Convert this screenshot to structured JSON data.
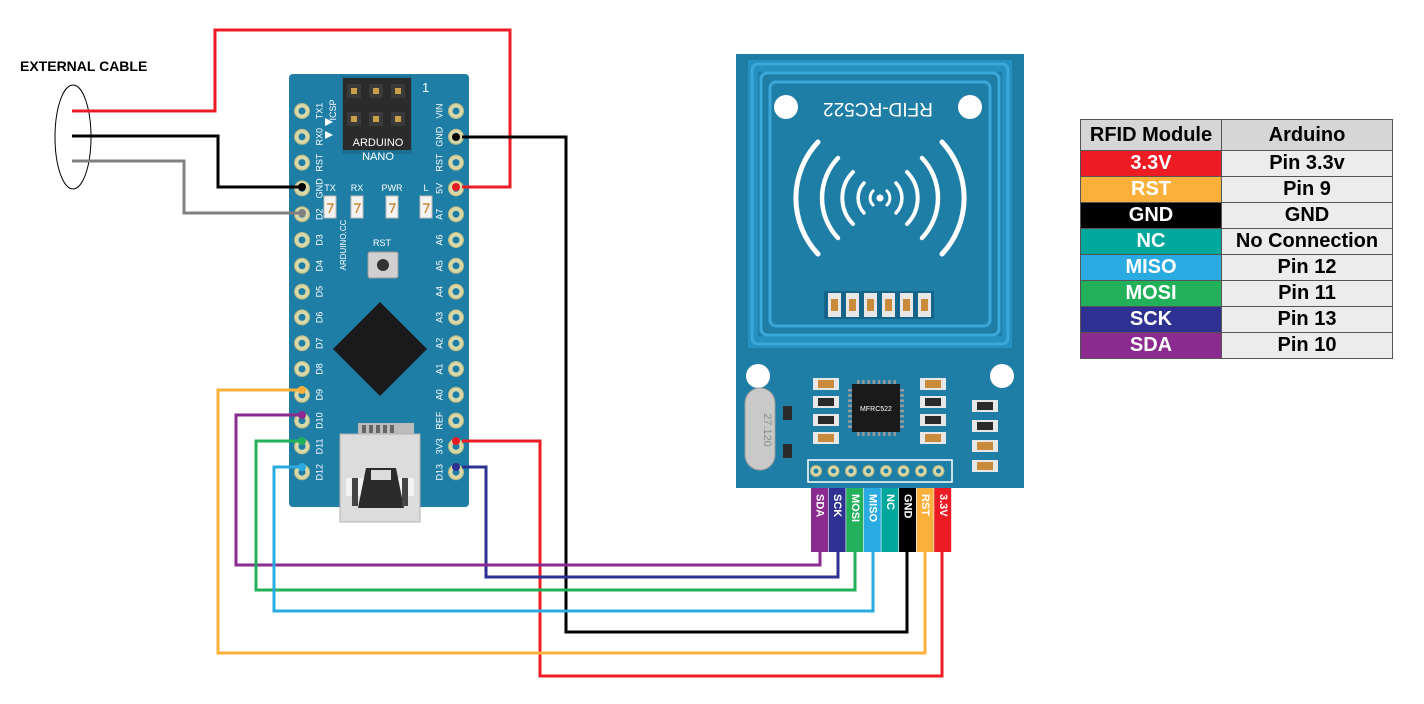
{
  "external_cable": "EXTERNAL CABLE",
  "arduino": {
    "icsp": "ICSP",
    "icsp_pin1": "1",
    "name_line1": "ARDUINO",
    "name_line2": "NANO",
    "site": "ARDUINO.CC",
    "rst_button": "RST",
    "leds": [
      "TX",
      "RX",
      "PWR",
      "L"
    ],
    "left_pins": [
      "TX1",
      "RX0",
      "RST",
      "GND",
      "D2",
      "D3",
      "D4",
      "D5",
      "D6",
      "D7",
      "D8",
      "D9",
      "D10",
      "D11",
      "D12"
    ],
    "right_pins": [
      "VIN",
      "GND",
      "RST",
      "5V",
      "A7",
      "A6",
      "A5",
      "A4",
      "A3",
      "A2",
      "A1",
      "A0",
      "REF",
      "3V3",
      "D13"
    ]
  },
  "rfid": {
    "title": "RFID-RC522",
    "chip": "MFRC522",
    "crystal": "27.120",
    "pin_labels": [
      "SDA",
      "SCK",
      "MOSI",
      "MISO",
      "NC",
      "GND",
      "RST",
      "3.3V"
    ],
    "pin_colors": [
      "#8b2a8f",
      "#2e3192",
      "#22b05a",
      "#29abe2",
      "#00a79d",
      "#000000",
      "#fbb03b",
      "#ed1c24"
    ]
  },
  "table": {
    "headers": [
      "RFID Module",
      "Arduino"
    ],
    "rows": [
      {
        "module": "3.3V",
        "arduino": "Pin 3.3v",
        "color": "#ed1c24",
        "text_color": "#ffffff"
      },
      {
        "module": "RST",
        "arduino": "Pin 9",
        "color": "#fbb03b",
        "text_color": "#ffffff"
      },
      {
        "module": "GND",
        "arduino": "GND",
        "color": "#000000",
        "text_color": "#ffffff"
      },
      {
        "module": "NC",
        "arduino": "No Connection",
        "color": "#00a79d",
        "text_color": "#ffffff"
      },
      {
        "module": "MISO",
        "arduino": "Pin 12",
        "color": "#29abe2",
        "text_color": "#ffffff"
      },
      {
        "module": "MOSI",
        "arduino": "Pin 11",
        "color": "#22b05a",
        "text_color": "#ffffff"
      },
      {
        "module": "SCK",
        "arduino": "Pin 13",
        "color": "#2e3192",
        "text_color": "#ffffff"
      },
      {
        "module": "SDA",
        "arduino": "Pin 10",
        "color": "#8b2a8f",
        "text_color": "#ffffff"
      }
    ]
  }
}
